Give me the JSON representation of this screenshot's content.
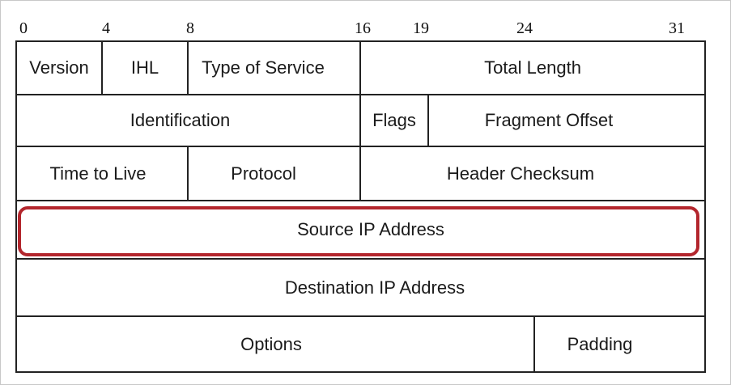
{
  "bit_positions": [
    "0",
    "4",
    "8",
    "16",
    "19",
    "24",
    "31"
  ],
  "rows": [
    {
      "fields": [
        "Version",
        "IHL",
        "Type of Service",
        "Total Length"
      ]
    },
    {
      "fields": [
        "Identification",
        "Flags",
        "Fragment Offset"
      ]
    },
    {
      "fields": [
        "Time to Live",
        "Protocol",
        "Header Checksum"
      ]
    },
    {
      "fields": [
        "Source IP Address"
      ]
    },
    {
      "fields": [
        "Destination IP Address"
      ]
    },
    {
      "fields": [
        "Options",
        "Padding"
      ]
    }
  ],
  "highlight_color": "#b3262d"
}
